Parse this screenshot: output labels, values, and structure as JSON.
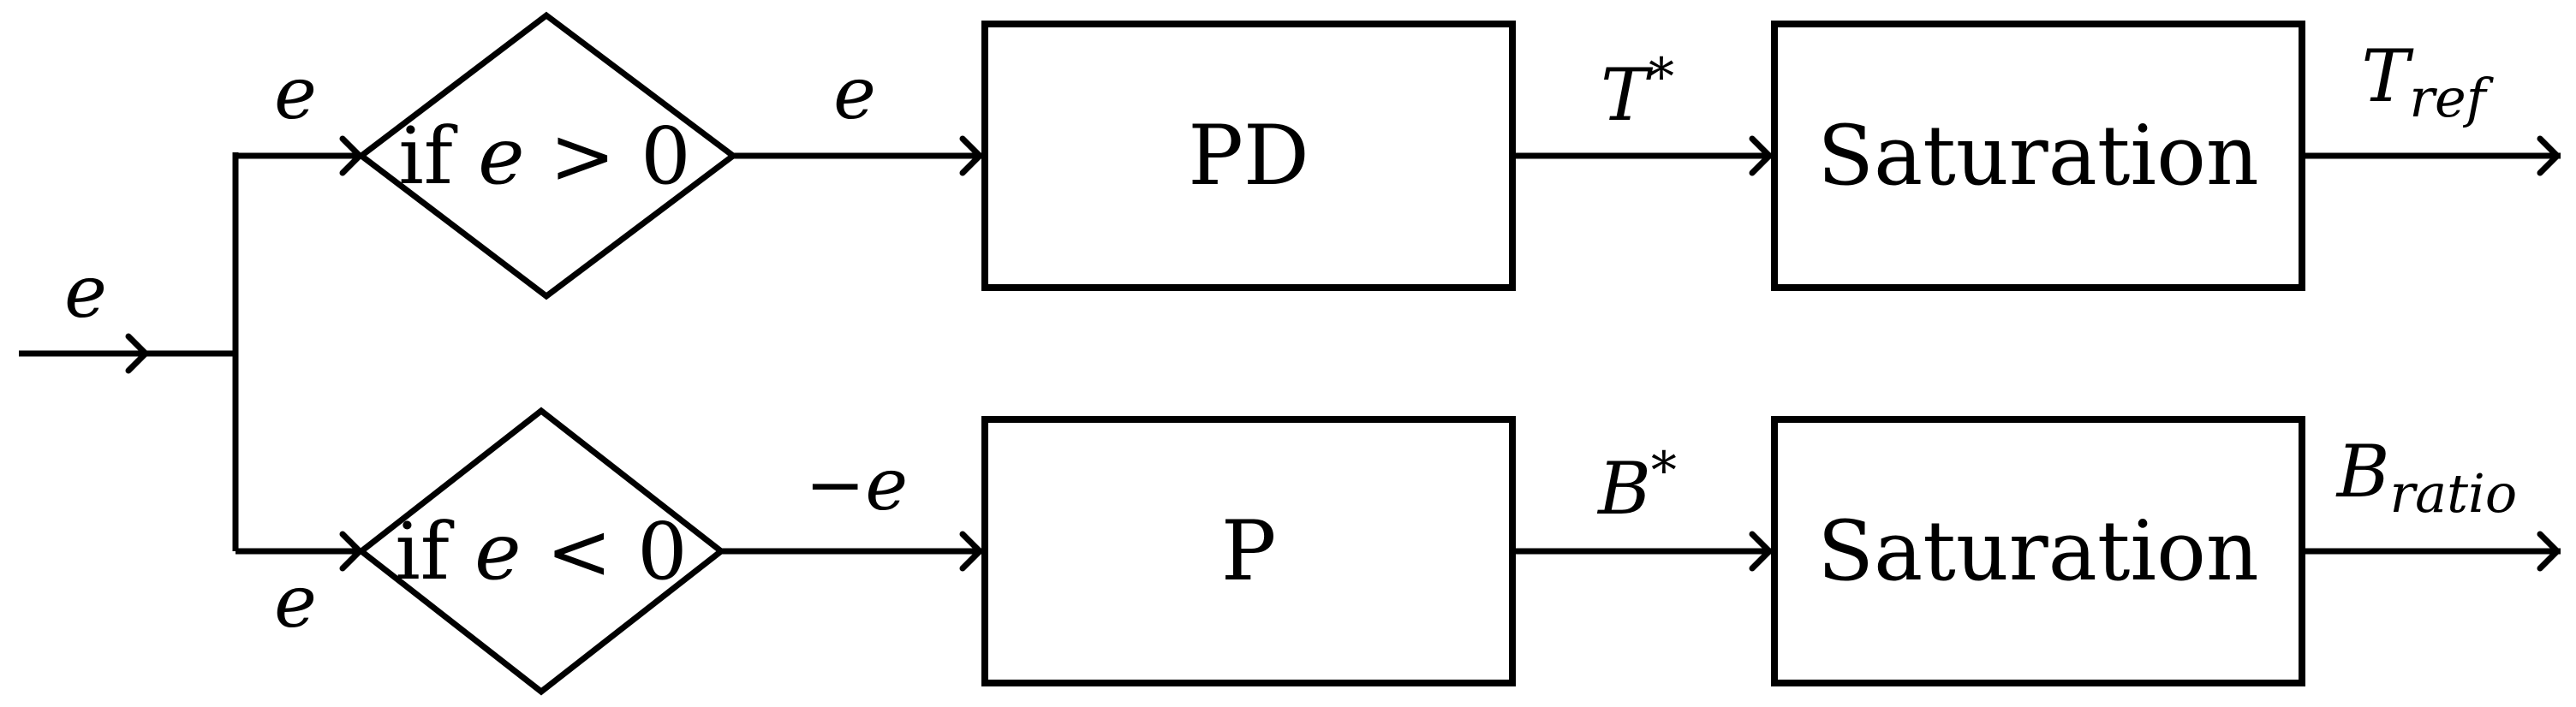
{
  "inputs": {
    "main": "e",
    "branch_top": "e",
    "branch_bottom": "e"
  },
  "decisions": {
    "top": {
      "text": "if ",
      "var": "e",
      "rel": " > 0"
    },
    "bottom": {
      "text": "if ",
      "var": "e",
      "rel": " < 0"
    }
  },
  "signals": {
    "after_top_decision": "e",
    "after_bottom_decision": "−e",
    "pd_out": {
      "base": "T",
      "sup": "*"
    },
    "p_out": {
      "base": "B",
      "sup": "*"
    },
    "out_top": {
      "base": "T",
      "sub": "ref"
    },
    "out_bottom": {
      "base": "B",
      "sub": "ratio"
    }
  },
  "blocks": {
    "pd": "PD",
    "p": "P",
    "sat_top": "Saturation",
    "sat_bottom": "Saturation"
  }
}
